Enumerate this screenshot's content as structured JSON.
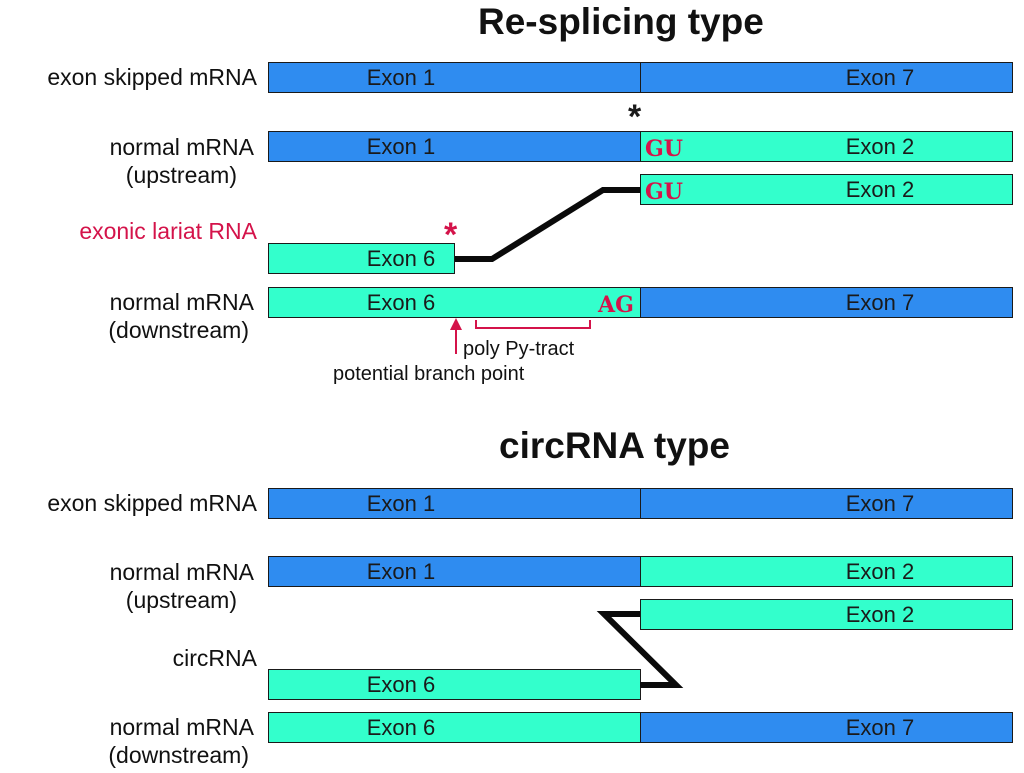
{
  "colors": {
    "exon_blue": "#2f8cf0",
    "exon_green": "#33ffcc",
    "accent_red": "#d4134a",
    "outline": "#1a1a1a"
  },
  "resplicing": {
    "title": "Re-splicing type",
    "rows": {
      "skipped": {
        "label": "exon skipped mRNA",
        "left": "Exon 1",
        "right": "Exon 7"
      },
      "upstream": {
        "label_line1": "normal mRNA",
        "label_line2": "(upstream)",
        "left": "Exon 1",
        "right": "Exon 2",
        "splice_site": "GU"
      },
      "lariat": {
        "label": "exonic lariat RNA",
        "exon2": "Exon 2",
        "exon2_site": "GU",
        "exon6": "Exon 6"
      },
      "downstream": {
        "label_line1": "normal mRNA",
        "label_line2": "(downstream)",
        "left": "Exon 6",
        "right": "Exon 7",
        "splice_site": "AG"
      }
    },
    "junction_marker": "*",
    "lariat_marker": "*",
    "annotations": {
      "poly_py": "poly Py-tract",
      "branch_point": "potential branch point"
    }
  },
  "circrna": {
    "title": "circRNA type",
    "rows": {
      "skipped": {
        "label": "exon skipped mRNA",
        "left": "Exon 1",
        "right": "Exon 7"
      },
      "upstream": {
        "label_line1": "normal mRNA",
        "label_line2": "(upstream)",
        "left": "Exon 1",
        "right": "Exon 2"
      },
      "circ": {
        "label": "circRNA",
        "exon2": "Exon 2",
        "exon6": "Exon 6"
      },
      "downstream": {
        "label_line1": "normal mRNA",
        "label_line2": "(downstream)",
        "left": "Exon 6",
        "right": "Exon 7"
      }
    }
  }
}
